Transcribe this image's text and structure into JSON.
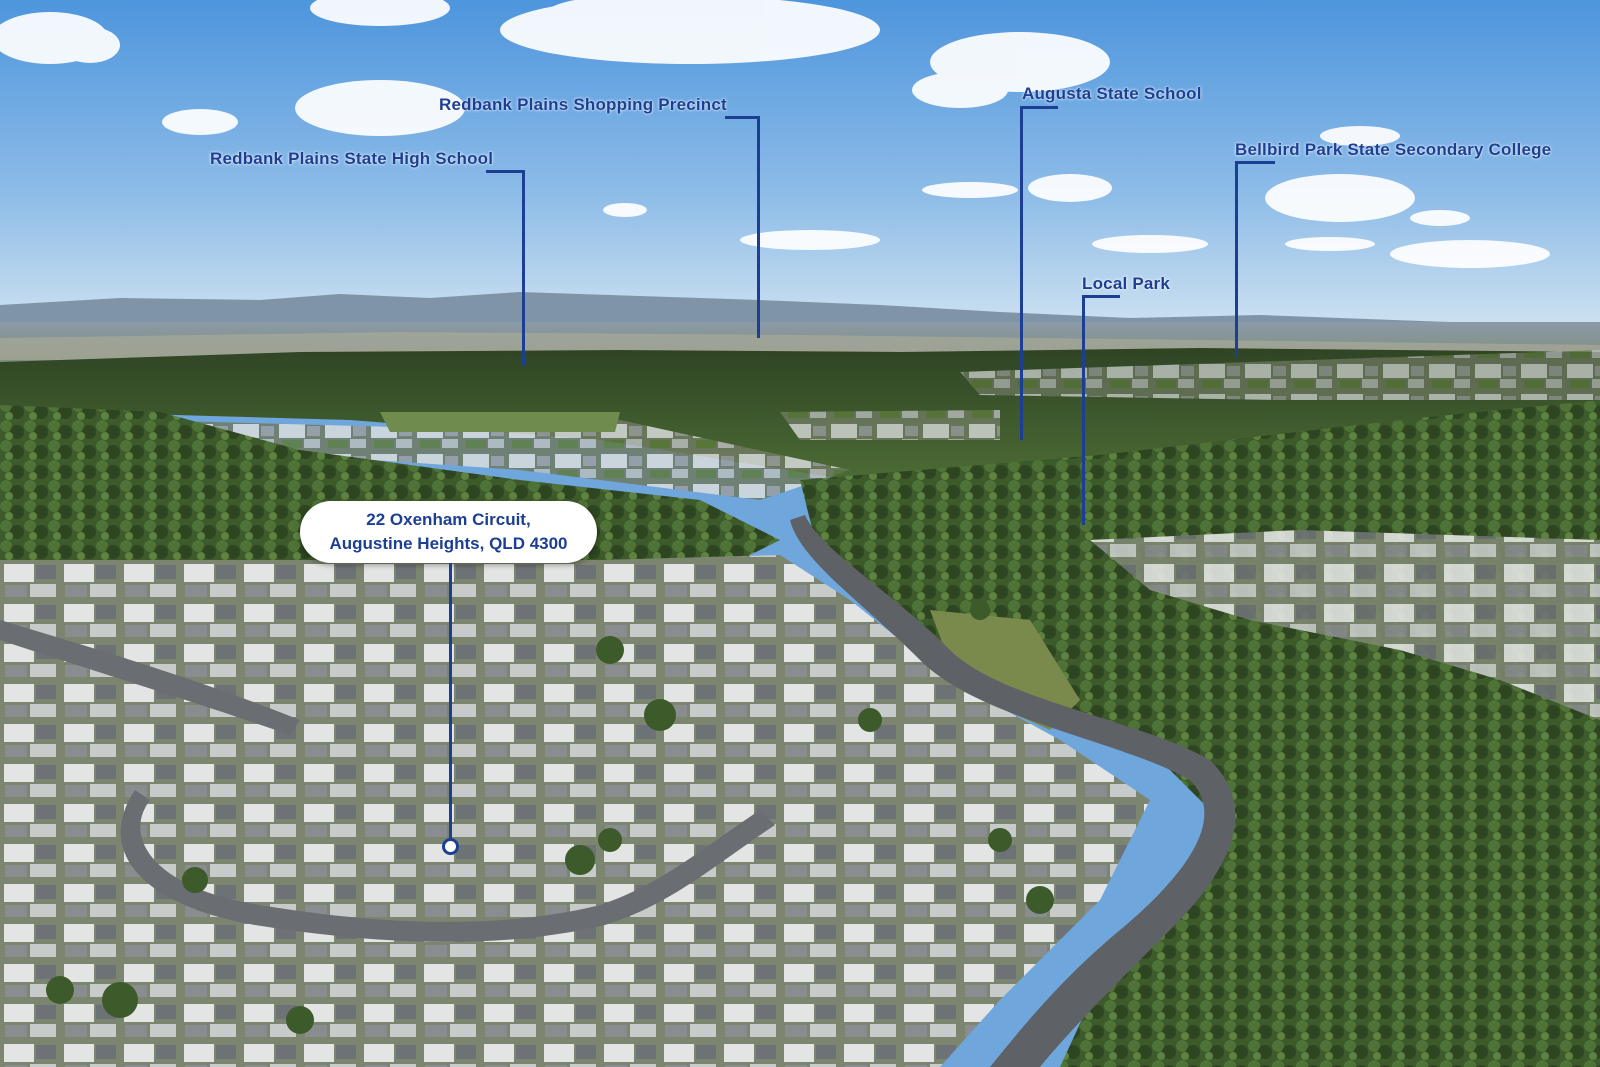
{
  "image": {
    "description_colors": {
      "sky_top": "#5b9ee0",
      "sky_horizon": "#c9dff2",
      "forest": "#3f5a2c",
      "label_blue": "#1c3f94"
    }
  },
  "landmarks": [
    {
      "id": "redbank-plains-state-high-school",
      "label": "Redbank Plains State High School"
    },
    {
      "id": "redbank-plains-shopping-precinct",
      "label": "Redbank Plains Shopping Precinct"
    },
    {
      "id": "augusta-state-school",
      "label": "Augusta State School"
    },
    {
      "id": "bellbird-park-state-secondary-college",
      "label": "Bellbird Park State Secondary College"
    },
    {
      "id": "local-park",
      "label": "Local Park"
    }
  ],
  "property": {
    "address_line1": "22 Oxenham Circuit,",
    "address_line2": "Augustine Heights, QLD 4300"
  }
}
